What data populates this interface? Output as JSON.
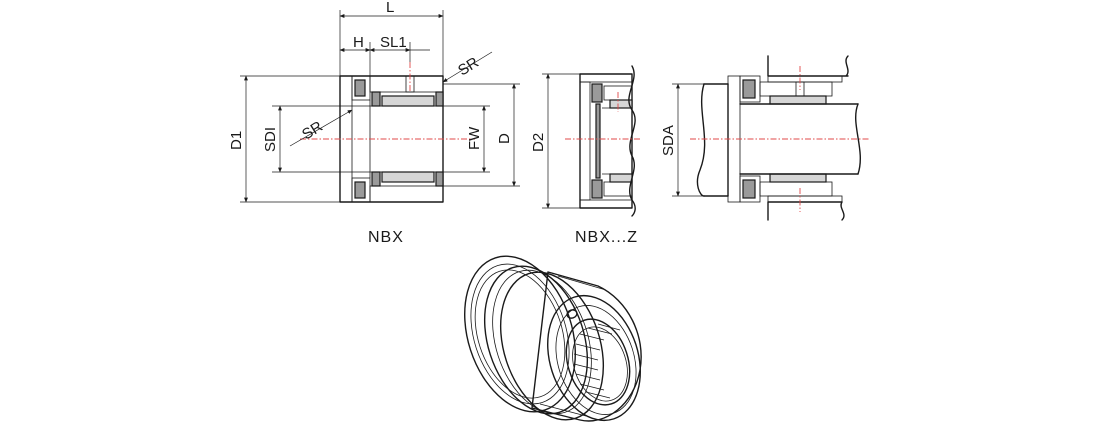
{
  "views": {
    "nbx": {
      "caption": "NBX",
      "dims": {
        "L": "L",
        "H": "H",
        "SL1": "SL1",
        "SR_top": "SR",
        "SR_left": "SR",
        "D1": "D1",
        "SDI": "SDI",
        "FW": "FW",
        "D": "D"
      }
    },
    "nbxz": {
      "caption": "NBX...Z",
      "dims": {
        "D2": "D2"
      }
    },
    "mounted": {
      "dims": {
        "SDA": "SDA"
      }
    }
  },
  "colors": {
    "line": "#1a1a1a",
    "centerline": "#e04848",
    "section_fill": "#d6d6d6"
  }
}
